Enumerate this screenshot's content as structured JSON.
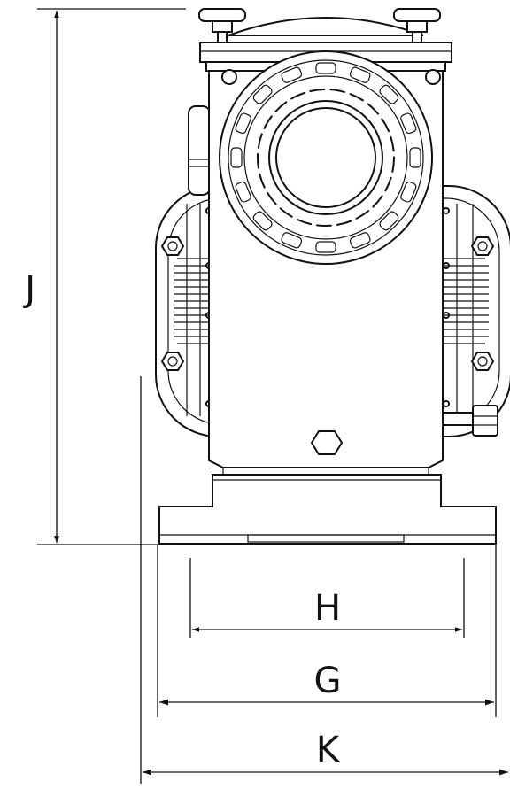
{
  "dimensions": {
    "j": "J",
    "h": "H",
    "g": "G",
    "k": "K"
  },
  "colors": {
    "line": "#111111",
    "background": "#ffffff"
  }
}
